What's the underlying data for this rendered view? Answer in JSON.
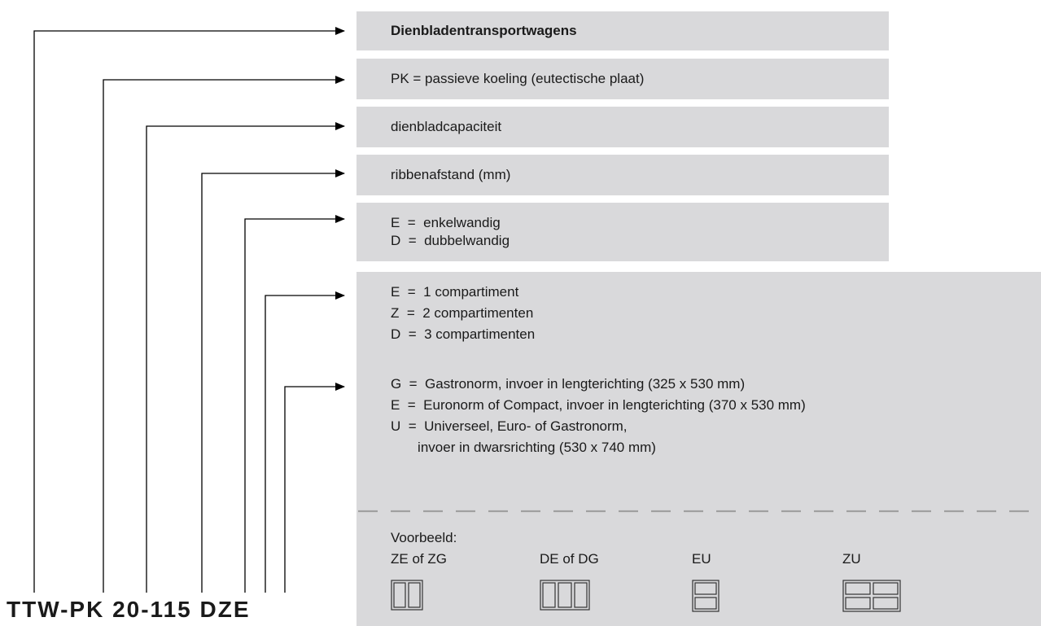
{
  "title_box": "Dienbladentransportwagens",
  "box_pk": "PK =  passieve koeling (eutectische plaat)",
  "box_capacity": "dienbladcapaciteit",
  "box_spacing": "ribbenafstand (mm)",
  "box_wall": {
    "line1": "E  =  enkelwandig",
    "line2": "D  =  dubbelwandig"
  },
  "compartments": {
    "line1": "E  =  1 compartiment",
    "line2": "Z  =  2 compartimenten",
    "line3": "D  =  3 compartimenten"
  },
  "norms": {
    "line1": "G  =  Gastronorm, invoer in lengterichting (325 x 530 mm)",
    "line2": "E  =  Euronorm of Compact, invoer in lengterichting (370 x 530 mm)",
    "line3": "U  =  Universeel, Euro- of Gastronorm,",
    "line4": "       invoer in dwarsrichting (530 x 740 mm)"
  },
  "example": {
    "heading": "Voorbeeld:",
    "items": [
      {
        "label": "ZE of ZG",
        "icon": "two-compartments-side-by-side-icon"
      },
      {
        "label": "DE of DG",
        "icon": "three-compartments-side-by-side-icon"
      },
      {
        "label": "EU",
        "icon": "one-compartment-stacked-icon"
      },
      {
        "label": "ZU",
        "icon": "two-compartments-stacked-icon"
      }
    ]
  },
  "model_code": "TTW-PK 20-115 DZE",
  "colors": {
    "box_fill": "#d9d9db",
    "line": "#000000",
    "dash": "#a0a0a0"
  }
}
